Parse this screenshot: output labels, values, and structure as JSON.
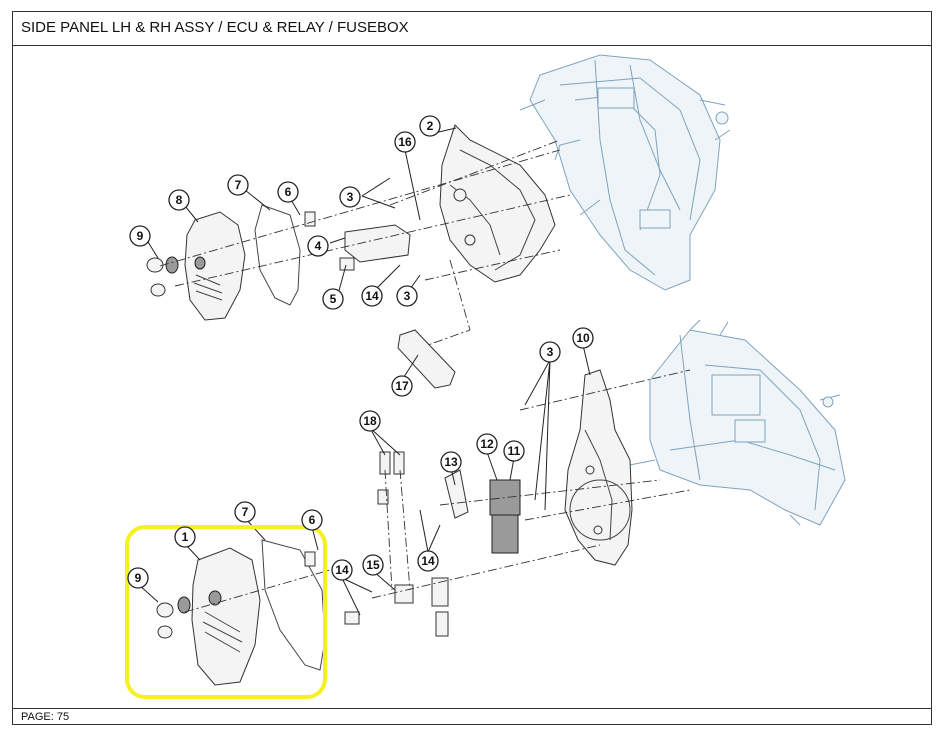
{
  "header": {
    "title": "SIDE PANEL LH & RH ASSY / ECU & RELAY / FUSEBOX"
  },
  "footer": {
    "page_label": "PAGE: 75"
  },
  "callouts": {
    "c1": "1",
    "c2": "2",
    "c3a": "3",
    "c3b": "3",
    "c3c": "3",
    "c4": "4",
    "c5": "5",
    "c6a": "6",
    "c6b": "6",
    "c7a": "7",
    "c7b": "7",
    "c8": "8",
    "c9a": "9",
    "c9b": "9",
    "c10": "10",
    "c11": "11",
    "c12": "12",
    "c13": "13",
    "c14a": "14",
    "c14b": "14",
    "c14c": "14",
    "c15": "15",
    "c16": "16",
    "c17": "17",
    "c18": "18"
  },
  "highlight": {
    "color": "#f5f01f",
    "target": "1"
  },
  "colors": {
    "frame_line": "#7fa3bd",
    "ink": "#222222",
    "background": "#ffffff"
  }
}
